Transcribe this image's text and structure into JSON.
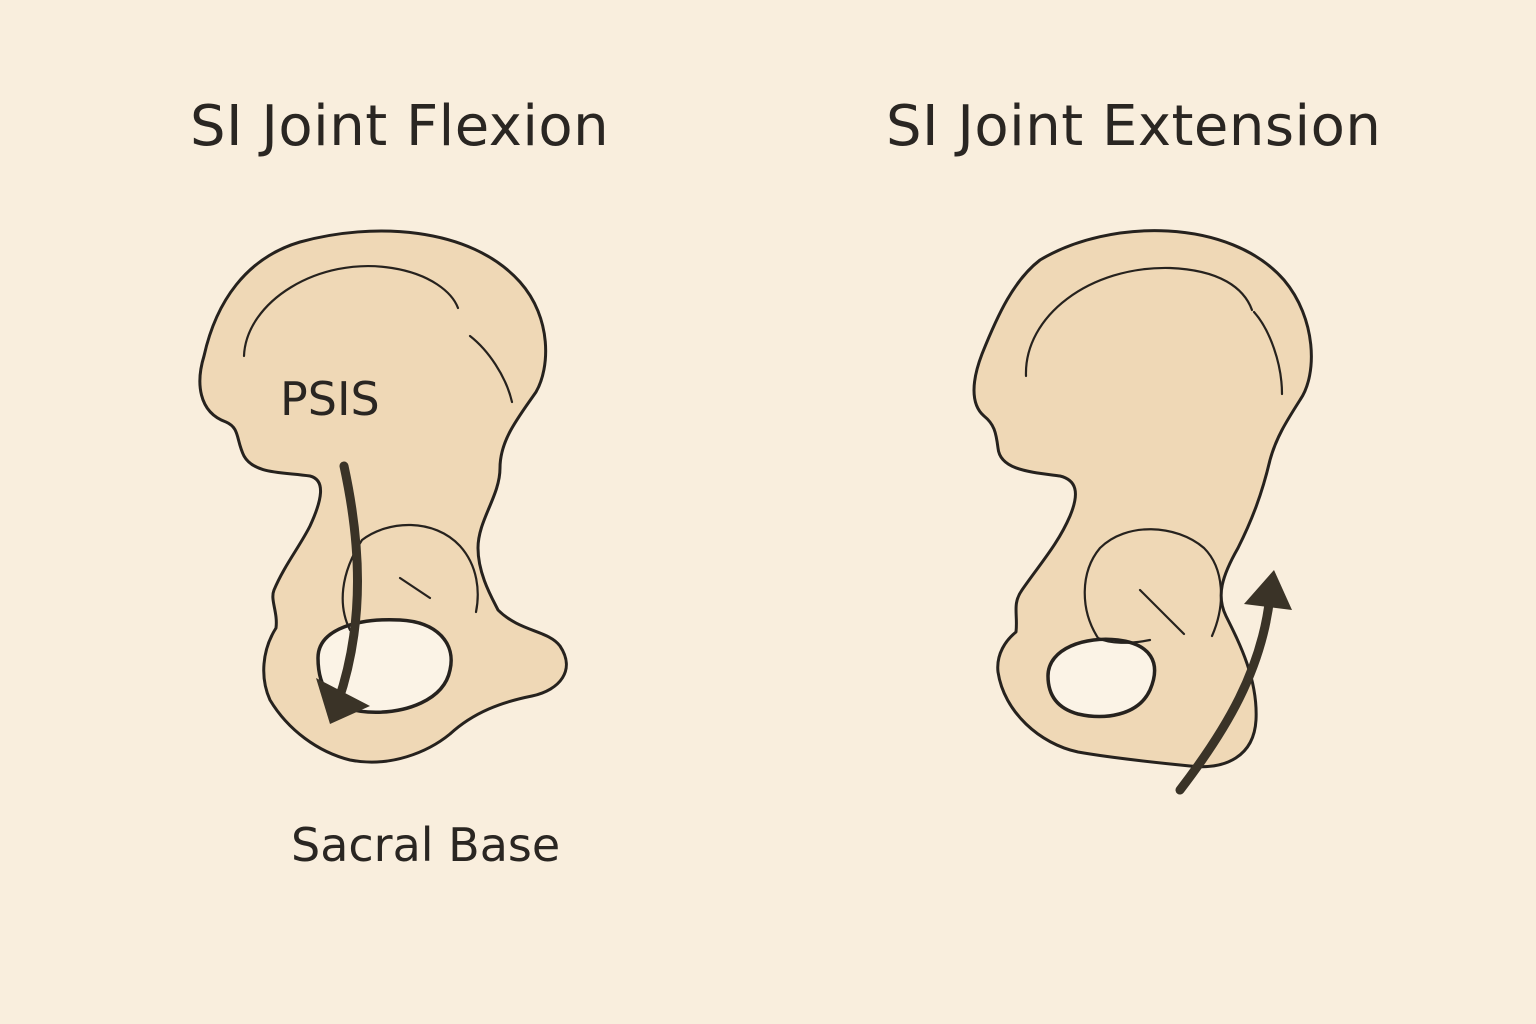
{
  "panels": {
    "left": {
      "title": "SI Joint Flexion",
      "label_top": "PSIS",
      "label_bottom": "Sacral Base",
      "arrow_direction": "down"
    },
    "right": {
      "title": "SI Joint Extension",
      "arrow_direction": "up"
    }
  },
  "colors": {
    "background": "#f9eedd",
    "bone_fill": "#efd8b6",
    "outline": "#26221e",
    "arrow": "#3a3327"
  }
}
